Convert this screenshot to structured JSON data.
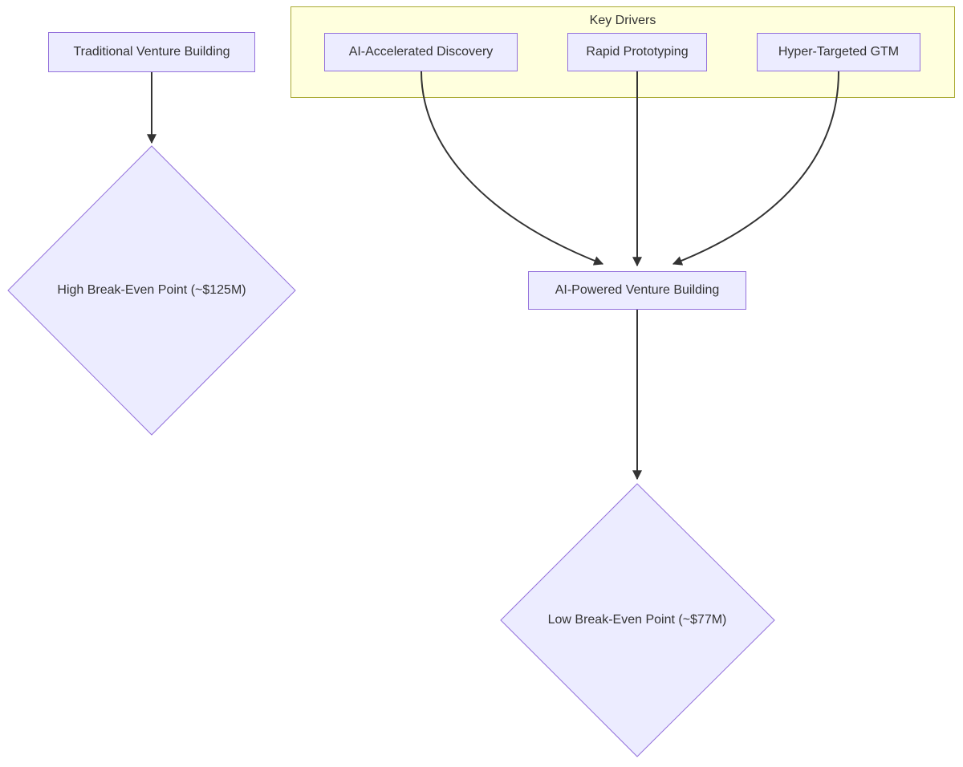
{
  "diagram": {
    "type": "flowchart",
    "cluster": {
      "title": "Key Drivers"
    },
    "nodes": {
      "traditional": {
        "label": "Traditional Venture Building",
        "shape": "rect"
      },
      "high_break_even": {
        "label": "High Break-Even Point (~$125M)",
        "shape": "diamond"
      },
      "ai_discovery": {
        "label": "AI-Accelerated Discovery",
        "shape": "rect"
      },
      "rapid_prototyping": {
        "label": "Rapid Prototyping",
        "shape": "rect"
      },
      "hyper_targeted_gtm": {
        "label": "Hyper-Targeted GTM",
        "shape": "rect"
      },
      "ai_powered": {
        "label": "AI-Powered Venture Building",
        "shape": "rect"
      },
      "low_break_even": {
        "label": "Low Break-Even Point (~$77M)",
        "shape": "diamond"
      }
    },
    "edges": [
      {
        "from": "traditional",
        "to": "high_break_even"
      },
      {
        "from": "ai_discovery",
        "to": "ai_powered"
      },
      {
        "from": "rapid_prototyping",
        "to": "ai_powered"
      },
      {
        "from": "hyper_targeted_gtm",
        "to": "ai_powered"
      },
      {
        "from": "ai_powered",
        "to": "low_break_even"
      }
    ],
    "colors": {
      "node_fill": "#ECECFF",
      "node_border": "#9370DB",
      "cluster_fill": "#FFFFDE",
      "cluster_border": "#AAAA33",
      "edge": "#333333",
      "text": "#333333"
    }
  }
}
